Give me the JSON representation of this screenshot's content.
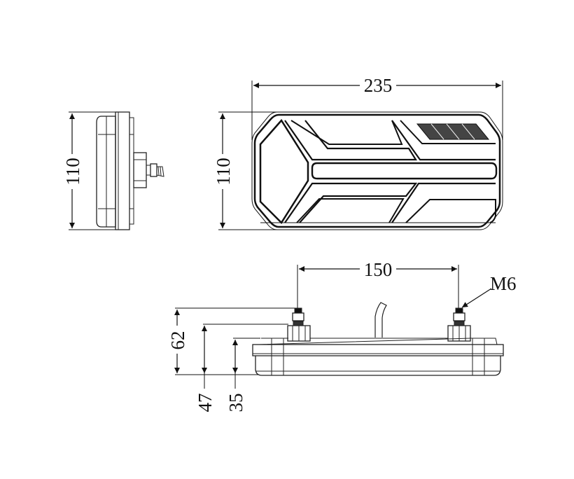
{
  "drawing": {
    "side_view": {
      "height_label": "110"
    },
    "front_view": {
      "width_label": "235",
      "height_label": "110"
    },
    "bottom_view": {
      "bolt_spacing_label": "150",
      "thread_label": "M6",
      "total_depth_label": "62",
      "boss_depth_label": "47",
      "body_depth_label": "35"
    }
  }
}
